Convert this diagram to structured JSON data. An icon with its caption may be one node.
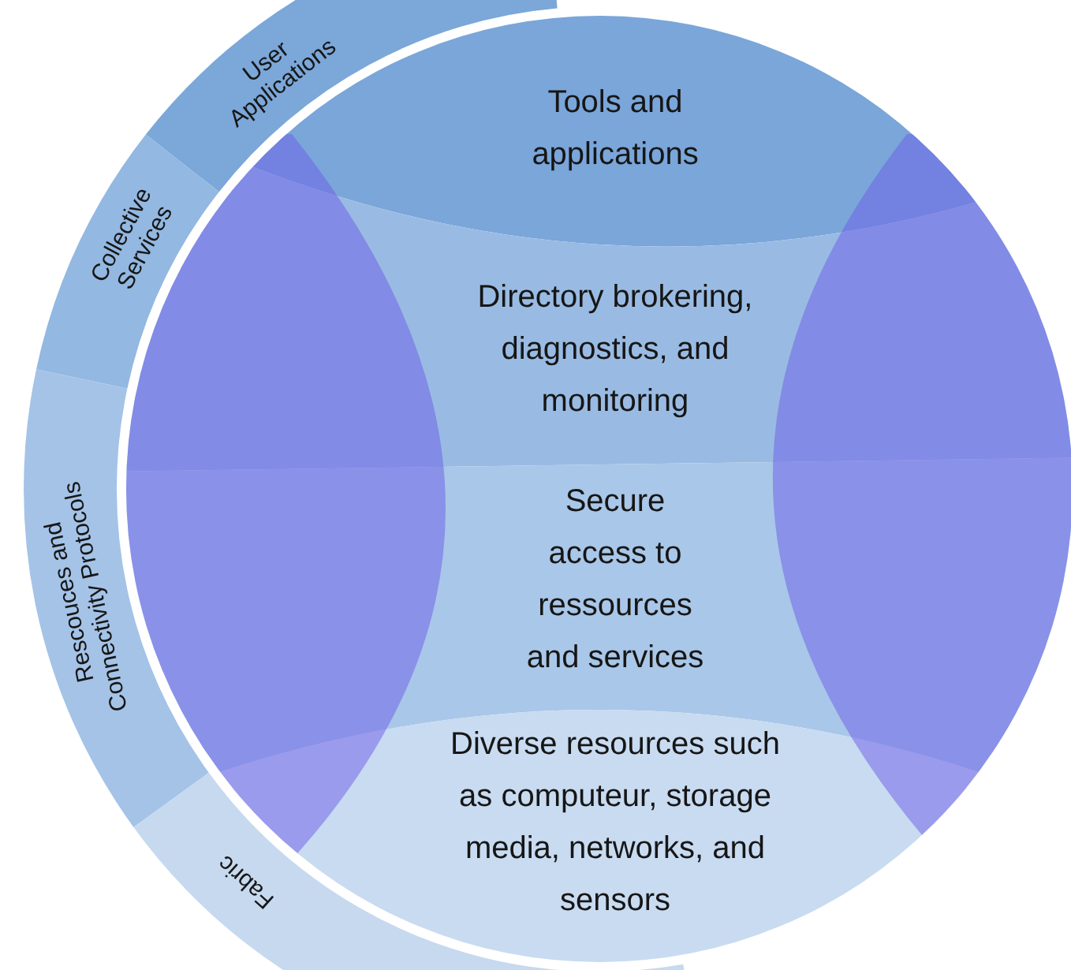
{
  "diagram": {
    "nodes": [
      {
        "text": [
          "User Applications"
        ]
      },
      {
        "text": [
          "Collective Services"
        ]
      },
      {
        "text": [
          "Rescouces and Connectivity Protocols"
        ]
      },
      {
        "text": [
          "Fabric"
        ]
      },
      {
        "text": [
          "Tools and applications"
        ]
      },
      {
        "text": [
          "Directory brokering, diagnostics, and monitoring"
        ]
      },
      {
        "text": [
          "Secure access to ressources and services"
        ]
      },
      {
        "text": [
          "Diverse resources such as computeur, storage media, networks, and sensors"
        ]
      }
    ]
  }
}
